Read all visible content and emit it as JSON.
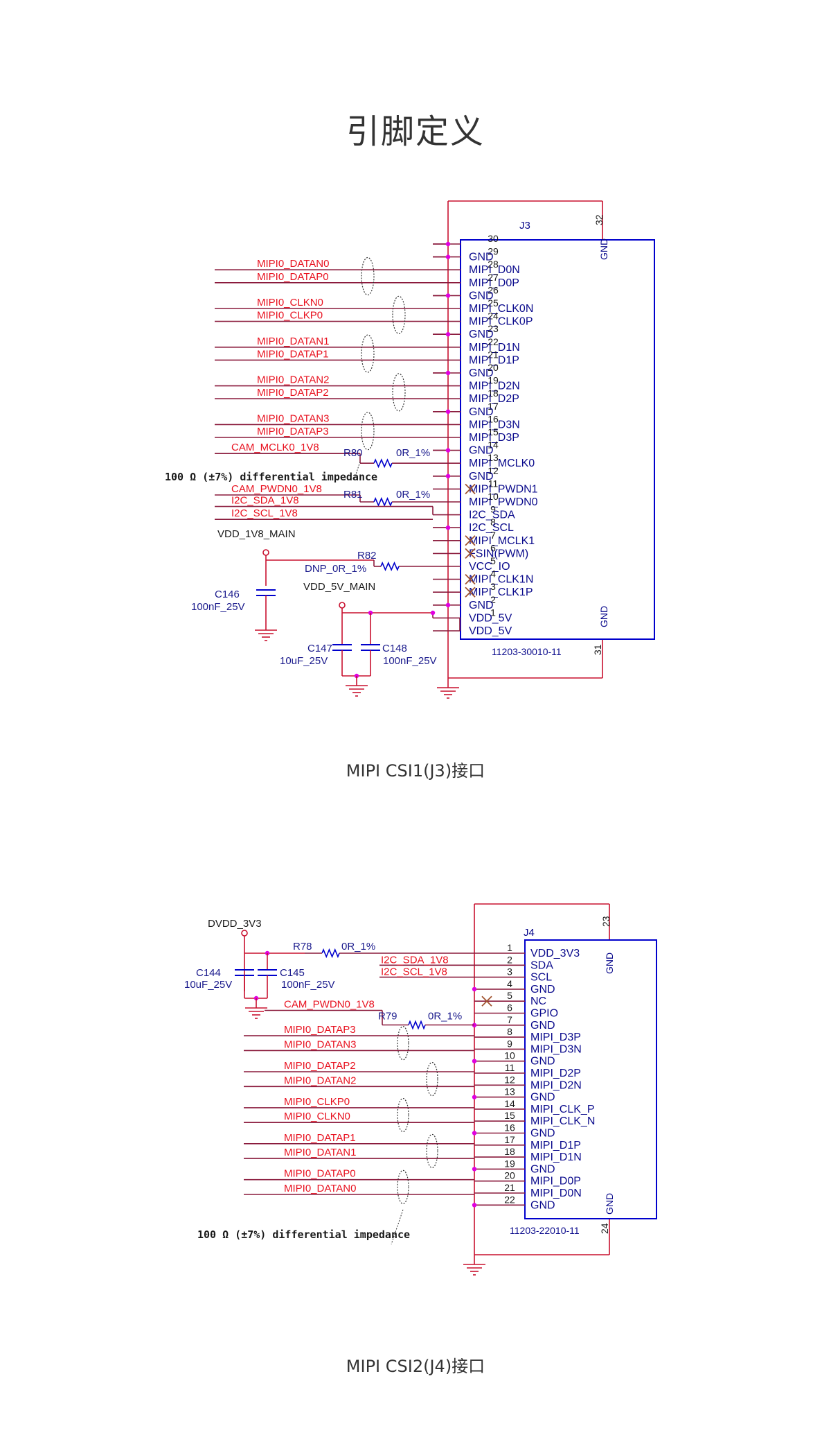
{
  "title": "引脚定义",
  "colors": {
    "wire": "#8a1a3c",
    "frame": "#c8102e",
    "box": "#0000cc",
    "pin_label": "#0a0a8c",
    "net_label": "#e8101e",
    "junction": "#e000e0",
    "nc_mark": "#a0522d",
    "component_text": "#1a1a8c",
    "black_text": "#1a1a1a"
  },
  "j3": {
    "caption": "MIPI CSI1(J3)接口",
    "ref": "J3",
    "part": "11203-30010-11",
    "gnd_top_num": "32",
    "gnd_bot_num": "31",
    "gnd_label": "GND",
    "impedance_note": "100 Ω (±7%) differential impedance",
    "pins": [
      {
        "n": "30",
        "name": ""
      },
      {
        "n": "29",
        "name": "GND"
      },
      {
        "n": "28",
        "name": "MIPI_D0N"
      },
      {
        "n": "27",
        "name": "MIPI_D0P"
      },
      {
        "n": "26",
        "name": "GND"
      },
      {
        "n": "25",
        "name": "MIPI_CLK0N"
      },
      {
        "n": "24",
        "name": "MIPI_CLK0P"
      },
      {
        "n": "23",
        "name": "GND"
      },
      {
        "n": "22",
        "name": "MIPI_D1N"
      },
      {
        "n": "21",
        "name": "MIPI_D1P"
      },
      {
        "n": "20",
        "name": "GND"
      },
      {
        "n": "19",
        "name": "MIPI_D2N"
      },
      {
        "n": "18",
        "name": "MIPI_D2P"
      },
      {
        "n": "17",
        "name": "GND"
      },
      {
        "n": "16",
        "name": "MIPI_D3N"
      },
      {
        "n": "15",
        "name": "MIPI_D3P"
      },
      {
        "n": "14",
        "name": "GND"
      },
      {
        "n": "13",
        "name": "MIPI_MCLK0"
      },
      {
        "n": "12",
        "name": "GND"
      },
      {
        "n": "11",
        "name": "MIPI_PWDN1"
      },
      {
        "n": "10",
        "name": "MIPI_PWDN0"
      },
      {
        "n": "9",
        "name": "I2C_SDA"
      },
      {
        "n": "8",
        "name": "I2C_SCL"
      },
      {
        "n": "7",
        "name": "MIPI_MCLK1"
      },
      {
        "n": "6",
        "name": "FSIN(PWM)"
      },
      {
        "n": "5",
        "name": "VCC_IO"
      },
      {
        "n": "4",
        "name": "MIPI_CLK1N"
      },
      {
        "n": "3",
        "name": "MIPI_CLK1P"
      },
      {
        "n": "2",
        "name": "GND"
      },
      {
        "n": "1",
        "name": "VDD_5V"
      },
      {
        "n": "",
        "name": "VDD_5V"
      }
    ],
    "nets": [
      "MIPI0_DATAN0",
      "MIPI0_DATAP0",
      "MIPI0_CLKN0",
      "MIPI0_CLKP0",
      "MIPI0_DATAN1",
      "MIPI0_DATAP1",
      "MIPI0_DATAN2",
      "MIPI0_DATAP2",
      "MIPI0_DATAN3",
      "MIPI0_DATAP3",
      "CAM_MCLK0_1V8",
      "CAM_PWDN0_1V8",
      "I2C_SDA_1V8",
      "I2C_SCL_1V8"
    ],
    "r80": {
      "ref": "R80",
      "value": "0R_1%"
    },
    "r81": {
      "ref": "R81",
      "value": "0R_1%"
    },
    "r82": {
      "ref": "R82",
      "value": "DNP_0R_1%"
    },
    "vdd_1v8": "VDD_1V8_MAIN",
    "vdd_5v": "VDD_5V_MAIN",
    "c146": {
      "ref": "C146",
      "value": "100nF_25V"
    },
    "c147": {
      "ref": "C147",
      "value": "10uF_25V"
    },
    "c148": {
      "ref": "C148",
      "value": "100nF_25V"
    }
  },
  "j4": {
    "caption": "MIPI CSI2(J4)接口",
    "ref": "J4",
    "part": "11203-22010-11",
    "gnd_top_num": "23",
    "gnd_bot_num": "24",
    "gnd_label": "GND",
    "impedance_note": "100 Ω (±7%) differential impedance",
    "pins": [
      {
        "n": "1",
        "name": "VDD_3V3"
      },
      {
        "n": "2",
        "name": "SDA"
      },
      {
        "n": "3",
        "name": "SCL"
      },
      {
        "n": "4",
        "name": "GND"
      },
      {
        "n": "5",
        "name": "NC"
      },
      {
        "n": "6",
        "name": "GPIO"
      },
      {
        "n": "7",
        "name": "GND"
      },
      {
        "n": "8",
        "name": "MIPI_D3P"
      },
      {
        "n": "9",
        "name": "MIPI_D3N"
      },
      {
        "n": "10",
        "name": "GND"
      },
      {
        "n": "11",
        "name": "MIPI_D2P"
      },
      {
        "n": "12",
        "name": "MIPI_D2N"
      },
      {
        "n": "13",
        "name": "GND"
      },
      {
        "n": "14",
        "name": "MIPI_CLK_P"
      },
      {
        "n": "15",
        "name": "MIPI_CLK_N"
      },
      {
        "n": "16",
        "name": "GND"
      },
      {
        "n": "17",
        "name": "MIPI_D1P"
      },
      {
        "n": "18",
        "name": "MIPI_D1N"
      },
      {
        "n": "19",
        "name": "GND"
      },
      {
        "n": "20",
        "name": "MIPI_D0P"
      },
      {
        "n": "21",
        "name": "MIPI_D0N"
      },
      {
        "n": "22",
        "name": "GND"
      }
    ],
    "nets": [
      "I2C_SDA_1V8",
      "I2C_SCL_1V8",
      "CAM_PWDN0_1V8",
      "MIPI0_DATAP3",
      "MIPI0_DATAN3",
      "MIPI0_DATAP2",
      "MIPI0_DATAN2",
      "MIPI0_CLKP0",
      "MIPI0_CLKN0",
      "MIPI0_DATAP1",
      "MIPI0_DATAN1",
      "MIPI0_DATAP0",
      "MIPI0_DATAN0"
    ],
    "r78": {
      "ref": "R78",
      "value": "0R_1%"
    },
    "r79": {
      "ref": "R79",
      "value": "0R_1%"
    },
    "vdd_3v3": "DVDD_3V3",
    "c144": {
      "ref": "C144",
      "value": "10uF_25V"
    },
    "c145": {
      "ref": "C145",
      "value": "100nF_25V"
    }
  }
}
